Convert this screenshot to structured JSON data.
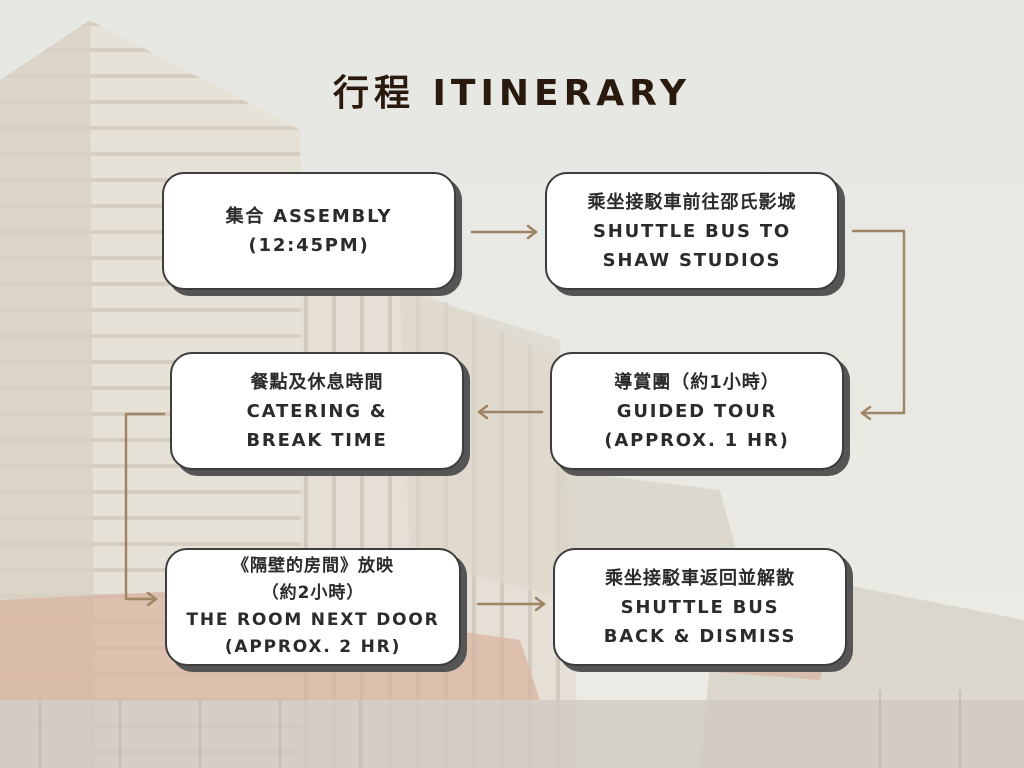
{
  "title": "行程 ITINERARY",
  "colors": {
    "arrow": "#a08466",
    "box_border": "#3d3d3d",
    "box_shadow": "#555555",
    "title": "#2a1a0e"
  },
  "steps": [
    {
      "line1": "集合 ASSEMBLY",
      "line2": "(12:45PM)"
    },
    {
      "line1": "乘坐接駁車前往邵氏影城",
      "line2": "SHUTTLE BUS TO",
      "line3": "SHAW STUDIOS"
    },
    {
      "line1": "導賞團（約1小時）",
      "line2": "GUIDED TOUR",
      "line3": "(APPROX. 1 HR)"
    },
    {
      "line1": "餐點及休息時間",
      "line2": "CATERING &",
      "line3": "BREAK TIME"
    },
    {
      "line1": "《隔壁的房間》放映",
      "line2": "（約2小時）",
      "line3": "THE ROOM NEXT DOOR",
      "line4": "(APPROX. 2 HR)"
    },
    {
      "line1": "乘坐接駁車返回並解散",
      "line2": "SHUTTLE BUS",
      "line3": "BACK & DISMISS"
    }
  ]
}
